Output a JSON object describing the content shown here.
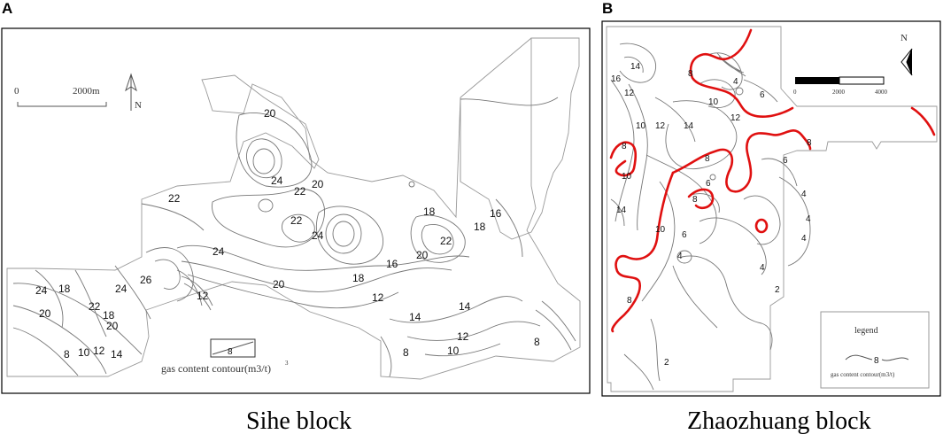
{
  "panels": [
    {
      "letter": "A",
      "caption": "Sihe block",
      "scale_bar": {
        "start": "0",
        "end": "2000m"
      },
      "north": "N",
      "legend": {
        "sample": "8",
        "text": "gas content contour(m3/t)"
      },
      "contour_labels": [
        "20",
        "24",
        "22",
        "20",
        "22",
        "22",
        "24",
        "18",
        "16",
        "22",
        "24",
        "20",
        "18",
        "20",
        "16",
        "18",
        "12",
        "14",
        "24",
        "26",
        "20",
        "18",
        "24",
        "22",
        "12",
        "12",
        "10",
        "8",
        "14",
        "14",
        "12",
        "10",
        "8",
        "8",
        "20",
        "18"
      ]
    },
    {
      "letter": "B",
      "caption": "Zhaozhuang block",
      "scale_bar": {
        "ticks": [
          "0",
          "2000",
          "4000"
        ]
      },
      "north": "N",
      "legend": {
        "title": "legend",
        "sample": "8",
        "text": "gas content contour(m3/t)"
      },
      "contour_labels": [
        "16",
        "14",
        "12",
        "10",
        "12",
        "8",
        "4",
        "6",
        "10",
        "12",
        "14",
        "8",
        "8",
        "10",
        "6",
        "8",
        "6",
        "4",
        "14",
        "10",
        "6",
        "4",
        "4",
        "4",
        "8",
        "4",
        "2",
        "2",
        "8"
      ]
    },
    {
      "unit_superscript": "3"
    }
  ],
  "colors": {
    "frame": "#000000",
    "contour": "#777777",
    "highlight_contour": "#e01010"
  }
}
